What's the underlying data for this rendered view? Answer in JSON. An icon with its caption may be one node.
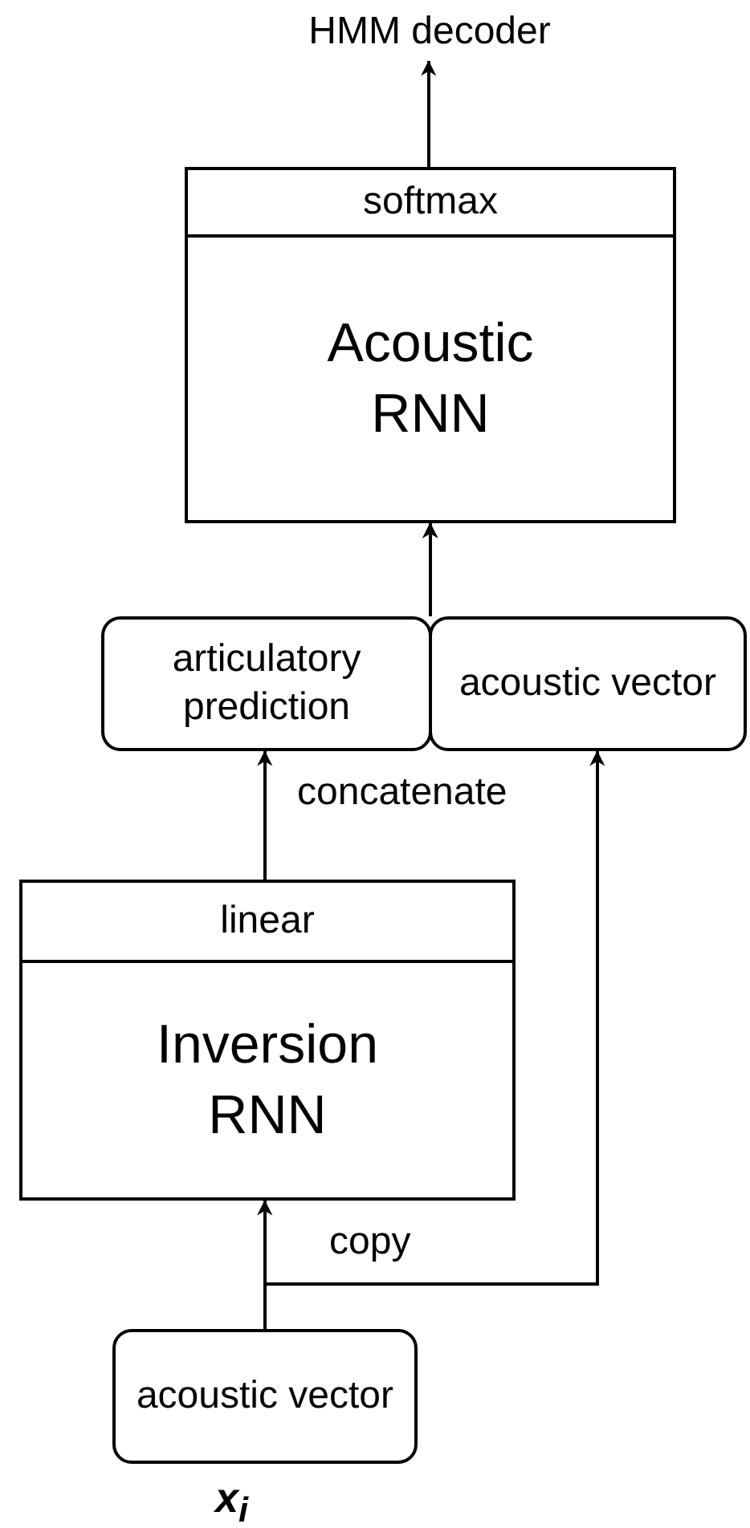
{
  "diagram": {
    "nodes": [
      {
        "text": [
          "HMM decoder"
        ]
      },
      {
        "text": [
          "softmax",
          "Acoustic RNN"
        ]
      },
      {
        "text": [
          "articulatory prediction"
        ]
      },
      {
        "text": [
          "acoustic vector"
        ]
      },
      {
        "text": [
          "linear",
          "Inversion RNN"
        ]
      },
      {
        "text": [
          "acoustic vector"
        ],
        "beside": [
          "x$_{i}$"
        ]
      }
    ],
    "edges": [
      {
        "from": 1,
        "to": 0,
        "arrow": "to"
      },
      {
        "from": 2,
        "to": 1,
        "arrow": "to"
      },
      {
        "from": 3,
        "to": 1,
        "arrow": "to"
      },
      {
        "from": 4,
        "to": 2,
        "arrow": "to"
      },
      {
        "from": 5,
        "to": 4,
        "arrow": "to"
      },
      {
        "from": 5,
        "to": 3,
        "arrow": "to",
        "label": "copy"
      }
    ],
    "labels": [
      "concatenate"
    ]
  }
}
